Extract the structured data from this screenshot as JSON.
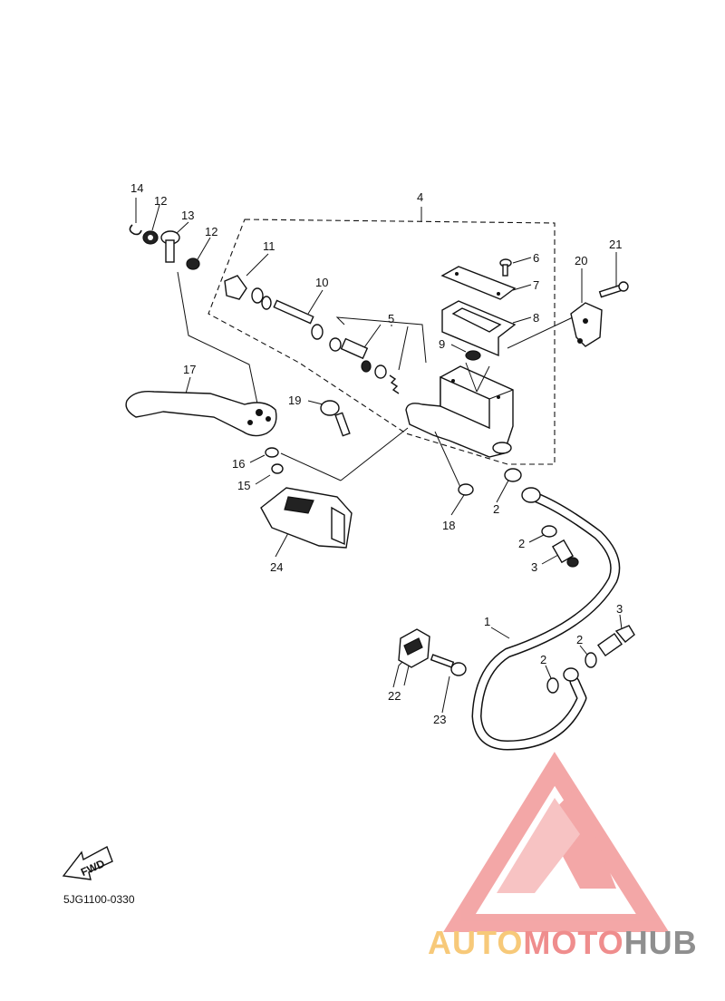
{
  "diagram_code": "5JG1100-0330",
  "fwd_arrow_text": "FWD",
  "callouts": {
    "c1": "1",
    "c2a": "2",
    "c2b": "2",
    "c2c": "2",
    "c2d": "2",
    "c3a": "3",
    "c3b": "3",
    "c4": "4",
    "c5": "5",
    "c6": "6",
    "c7": "7",
    "c8": "8",
    "c9": "9",
    "c10": "10",
    "c11": "11",
    "c12a": "12",
    "c12b": "12",
    "c13": "13",
    "c14": "14",
    "c15": "15",
    "c16": "16",
    "c17": "17",
    "c18": "18",
    "c19": "19",
    "c20": "20",
    "c21": "21",
    "c22": "22",
    "c23": "23",
    "c24": "24"
  },
  "watermark": {
    "word_part1": "AUTO",
    "word_part2": "MOTO",
    "word_part3": "HUB",
    "colors": {
      "auto": "#f7c979",
      "moto": "#ef8d8d",
      "hub": "#8f8f8f",
      "triangle": "#f08a8a"
    }
  }
}
